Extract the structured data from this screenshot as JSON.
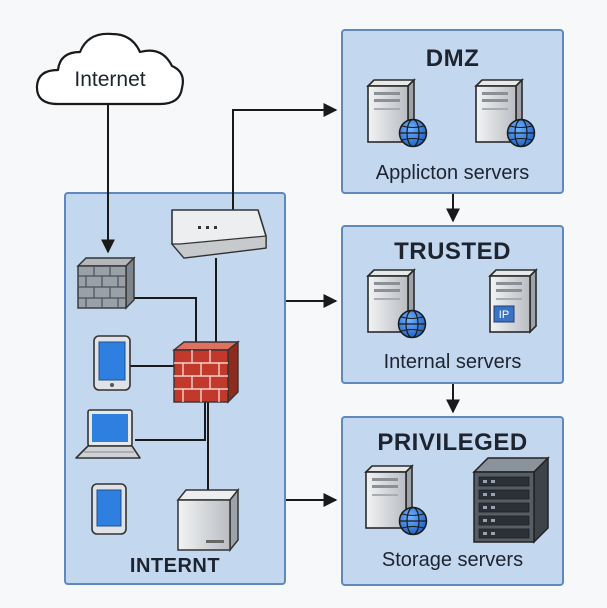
{
  "internet": {
    "label": "Internet"
  },
  "internal_zone": {
    "label": "INTERNT"
  },
  "zones": [
    {
      "title": "DMZ",
      "caption": "Applicton servers"
    },
    {
      "title": "TRUSTED",
      "caption": "Internal servers"
    },
    {
      "title": "PRIVILEGED",
      "caption": "Storage servers"
    }
  ],
  "server_badge": "IP",
  "colors": {
    "zone_fill": "#c3d7ef",
    "zone_border": "#5f88bf",
    "firewall_red": "#c0392b",
    "globe_blue": "#2b78d8",
    "line": "#1a1a1a"
  },
  "icons": [
    "cloud-icon",
    "firewall-icon",
    "tablet-icon",
    "laptop-icon",
    "phone-icon",
    "desktop-tower-icon",
    "router-icon",
    "server-icon",
    "globe-icon",
    "rack-server-icon"
  ]
}
